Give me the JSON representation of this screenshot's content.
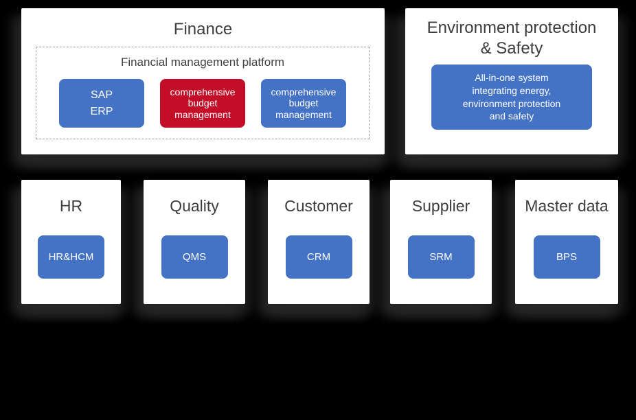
{
  "palette": {
    "background": "#000000",
    "card_bg": "#ffffff",
    "accent_blue": "#4472c4",
    "accent_red": "#c40d27",
    "heading_text": "#3d3d3d",
    "button_text": "#ffffff",
    "dashed_border": "#9b9b9b"
  },
  "finance_card": {
    "title": "Finance",
    "platform": {
      "label": "Financial management platform",
      "buttons": [
        {
          "label": "SAP\nERP",
          "variant": "blue"
        },
        {
          "label": "comprehensive budget management",
          "variant": "red"
        },
        {
          "label": "comprehensive budget management",
          "variant": "blue"
        }
      ]
    }
  },
  "environment_card": {
    "title": "Environment protection\n& Safety",
    "button": {
      "label": "All-in-one system\nintegrating energy,\nenvironment protection\nand safety",
      "variant": "blue"
    }
  },
  "system_cards": [
    {
      "title": "HR",
      "button": {
        "label": "HR&HCM",
        "variant": "blue"
      }
    },
    {
      "title": "Quality",
      "button": {
        "label": "QMS",
        "variant": "blue"
      }
    },
    {
      "title": "Customer",
      "button": {
        "label": "CRM",
        "variant": "blue"
      }
    },
    {
      "title": "Supplier",
      "button": {
        "label": "SRM",
        "variant": "blue"
      }
    },
    {
      "title": "Master data",
      "button": {
        "label": "BPS",
        "variant": "blue"
      }
    }
  ]
}
